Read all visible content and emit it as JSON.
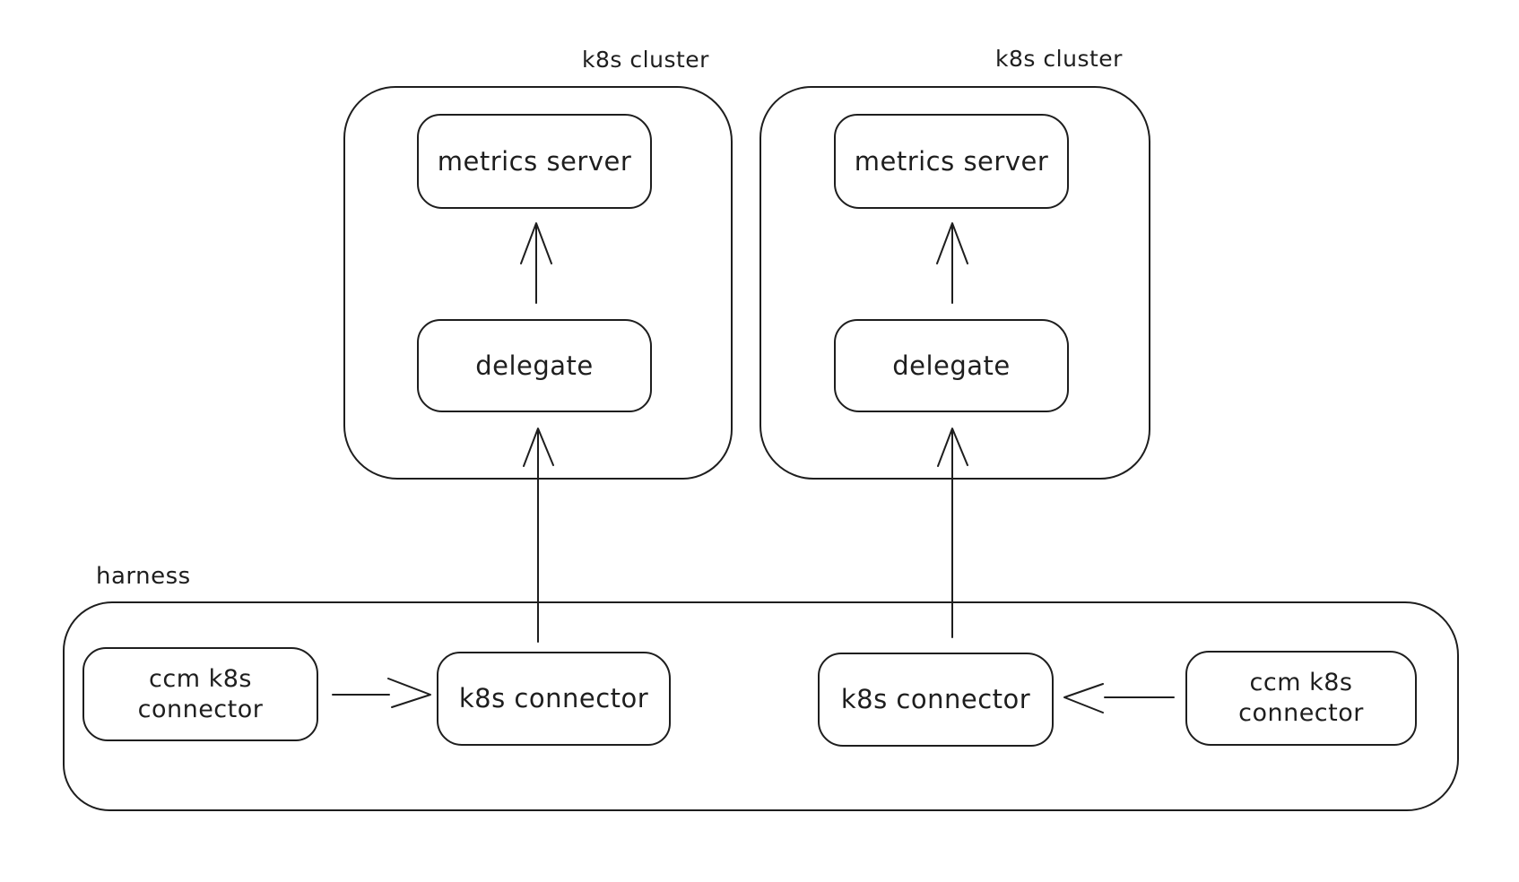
{
  "colors": {
    "stroke": "#1e1e1e",
    "background": "#ffffff"
  },
  "clusters": [
    {
      "label": "k8s cluster",
      "metrics_server": "metrics server",
      "delegate": "delegate"
    },
    {
      "label": "k8s cluster",
      "metrics_server": "metrics server",
      "delegate": "delegate"
    }
  ],
  "harness": {
    "label": "harness",
    "left": {
      "ccm_connector": "ccm k8s connector",
      "k8s_connector": "k8s connector"
    },
    "right": {
      "ccm_connector": "ccm k8s connector",
      "k8s_connector": "k8s connector"
    }
  }
}
